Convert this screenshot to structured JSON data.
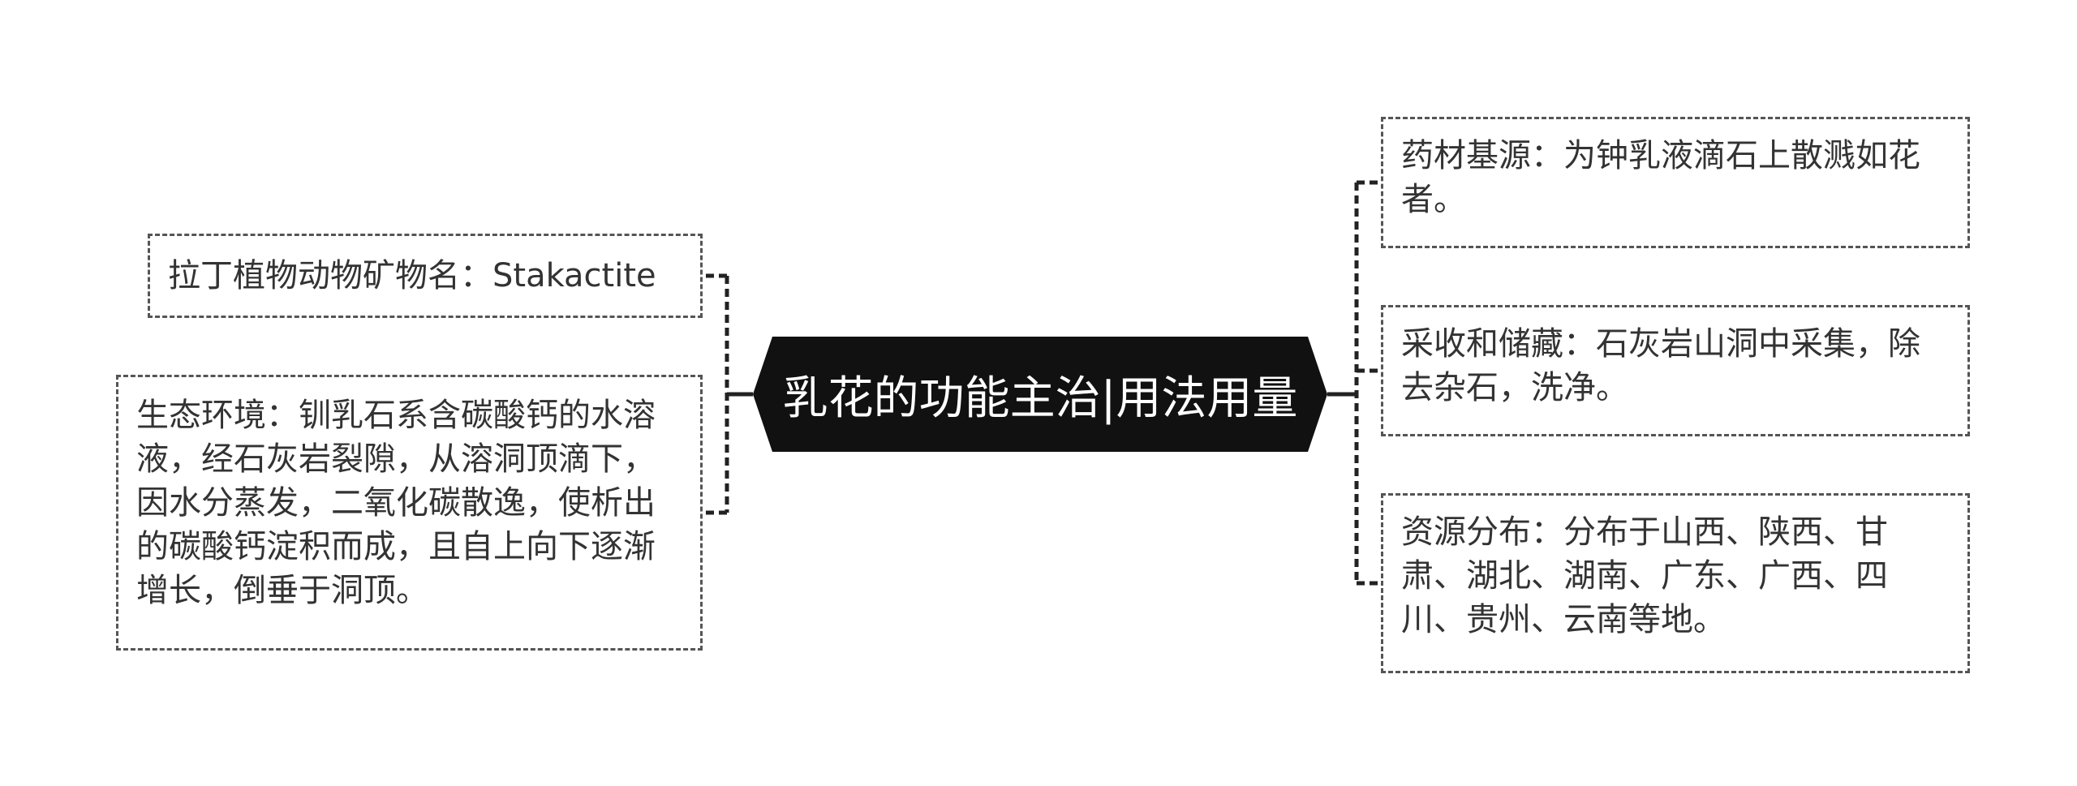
{
  "root": {
    "title": "乳花的功能主治|用法用量",
    "fill": "#111111"
  },
  "left_nodes": {
    "latin_name": "拉丁植物动物矿物名：Stakactite",
    "ecology": "生态环境：钏乳石系含碳酸钙的水溶液，经石灰岩裂隙，从溶洞顶滴下，因水分蒸发，二氧化碳散逸，使析出的碳酸钙淀积而成，且自上向下逐渐增长，倒垂于洞顶。"
  },
  "right_nodes": {
    "source": "药材基源：为钟乳液滴石上散溅如花者。",
    "harvest": "采收和储藏：石灰岩山洞中采集，除去杂石，洗净。",
    "distribution": "资源分布：分布于山西、陕西、甘肃、湖北、湖南、广东、广西、四川、贵州、云南等地。"
  },
  "colors": {
    "connector": "#222222",
    "node_border": "#555555",
    "text": "#333333"
  }
}
